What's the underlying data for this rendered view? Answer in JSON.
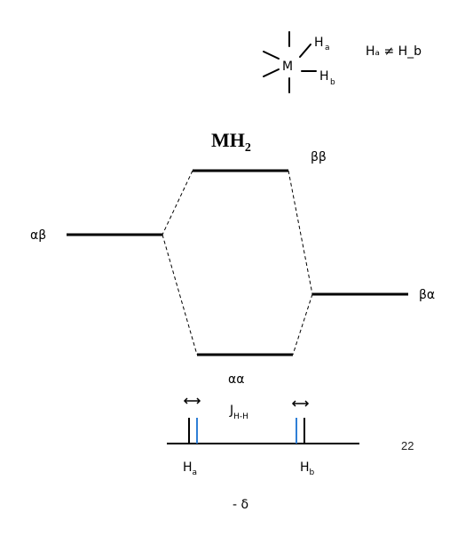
{
  "molecule_sketch": {
    "center_label": "M",
    "ha_label": "H",
    "ha_sub": "a",
    "hb_label": "H",
    "hb_sub": "b",
    "inequality": "Hₐ ≠ H_b"
  },
  "diagram": {
    "title_main": "MH",
    "title_sub": "2",
    "level_top_label": "ββ",
    "level_left_label": "αβ",
    "level_right_label": "βα",
    "level_bottom_label": "αα"
  },
  "spectrum": {
    "coupling_label": "J",
    "coupling_sub": "H-H",
    "peak_a_label": "H",
    "peak_a_sub": "a",
    "peak_b_label": "H",
    "peak_b_sub": "b",
    "axis_label": "- δ",
    "line_colors": {
      "black": "#000000",
      "blue": "#2f7fd6"
    }
  },
  "page_number": "22"
}
